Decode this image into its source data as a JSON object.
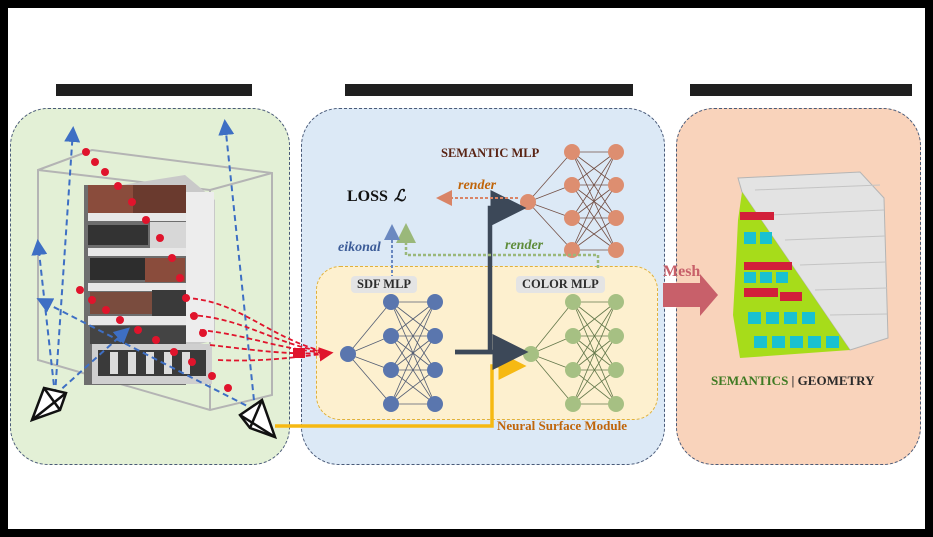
{
  "diagram": {
    "semantic_mlp": "SEMANTIC MLP",
    "sdf_mlp": "SDF MLP",
    "color_mlp": "COLOR MLP",
    "loss": "LOSS",
    "loss_symbol": "ℒ",
    "render_top": "render",
    "render_mid": "render",
    "eikonal": "eikonal",
    "neural_surface_module": "Neural Surface Module",
    "mesh_label": "Mesh",
    "semantics": "SEMANTICS",
    "separator": " | ",
    "geometry": "GEOMETRY"
  },
  "colors": {
    "semantic_node": "#dd8e70",
    "sdf_node": "#5a76ae",
    "color_node": "#a6c083",
    "ray_red": "#e0142c",
    "ray_blue": "#3e6fc4",
    "yellow_arrow": "#f6b912",
    "dark_arrow": "#3c4858",
    "mesh_arrow": "#c8606a",
    "semantics_text": "#3f7a23",
    "geometry_text": "#2a2a2a",
    "nsm_text": "#c0650a",
    "render_orange": "#c0650a",
    "render_green": "#5e8c3a",
    "eikonal_blue": "#3c5c98"
  }
}
